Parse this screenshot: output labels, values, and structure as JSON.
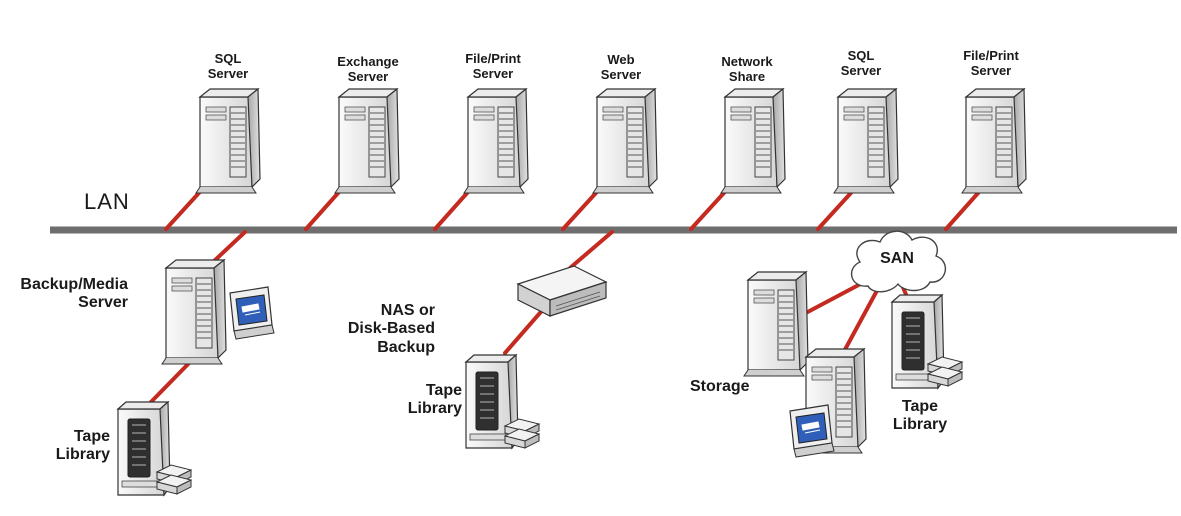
{
  "network": {
    "lan_label": "LAN",
    "san_label": "SAN"
  },
  "servers": [
    {
      "line1": "SQL",
      "line2": "Server"
    },
    {
      "line1": "Exchange",
      "line2": "Server"
    },
    {
      "line1": "File/Print",
      "line2": "Server"
    },
    {
      "line1": "Web",
      "line2": "Server"
    },
    {
      "line1": "Network",
      "line2": "Share"
    },
    {
      "line1": "SQL",
      "line2": "Server"
    },
    {
      "line1": "File/Print",
      "line2": "Server"
    }
  ],
  "backup_media_server": {
    "line1": "Backup/Media",
    "line2": "Server"
  },
  "tape_library_left": {
    "line1": "Tape",
    "line2": "Library"
  },
  "nas": {
    "line1": "NAS or",
    "line2": "Disk-Based",
    "line3": "Backup"
  },
  "tape_library_middle": {
    "line1": "Tape",
    "line2": "Library"
  },
  "storage": {
    "label": "Storage"
  },
  "tape_library_right": {
    "line1": "Tape",
    "line2": "Library"
  },
  "colors": {
    "link": "#c42a20",
    "lan": "#6e6e6e"
  }
}
